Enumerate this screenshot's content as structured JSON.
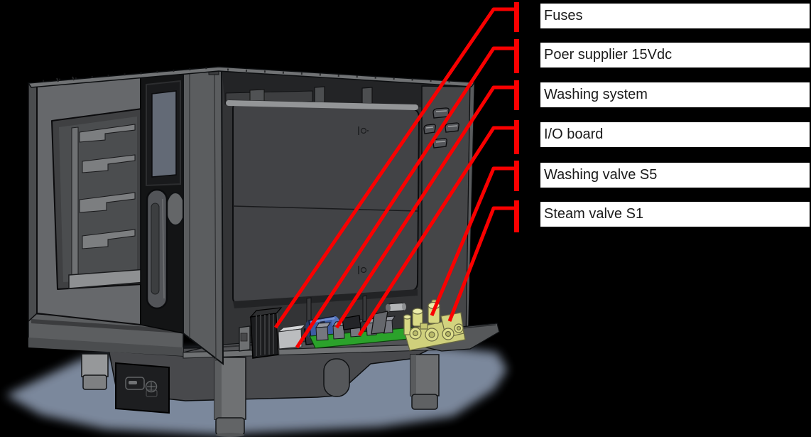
{
  "diagram": {
    "type": "annotated-technical-illustration",
    "subject": "Combi oven CAD rendering, right side panel removed, service components called out",
    "labels": [
      {
        "text": "Fuses"
      },
      {
        "text": "Poer supplier 15Vdc"
      },
      {
        "text": "Washing system"
      },
      {
        "text": "I/O board"
      },
      {
        "text": "Washing valve S5"
      },
      {
        "text": "Steam valve S1"
      }
    ],
    "callouts": [
      {
        "label": "Fuses",
        "target": "fuse-block"
      },
      {
        "label": "Poer supplier 15Vdc",
        "target": "power-supply"
      },
      {
        "label": "Washing system",
        "target": "washing-pump"
      },
      {
        "label": "I/O board",
        "target": "io-board"
      },
      {
        "label": "Washing valve S5",
        "target": "washing-valve-s5"
      },
      {
        "label": "Steam valve S1",
        "target": "steam-valve-s1"
      }
    ],
    "colors": {
      "background": "#000000",
      "leader_line": "#fa0000",
      "label_background": "#ffffff",
      "label_border": "#000000",
      "label_text": "#1a1a1a",
      "oven_gray": "#5a5c5e",
      "pump_blue": "#3d5ca4",
      "board_green": "#2ba22b",
      "valve_yellow": "#d8d981",
      "shadow_blue": "#8997ad"
    }
  }
}
